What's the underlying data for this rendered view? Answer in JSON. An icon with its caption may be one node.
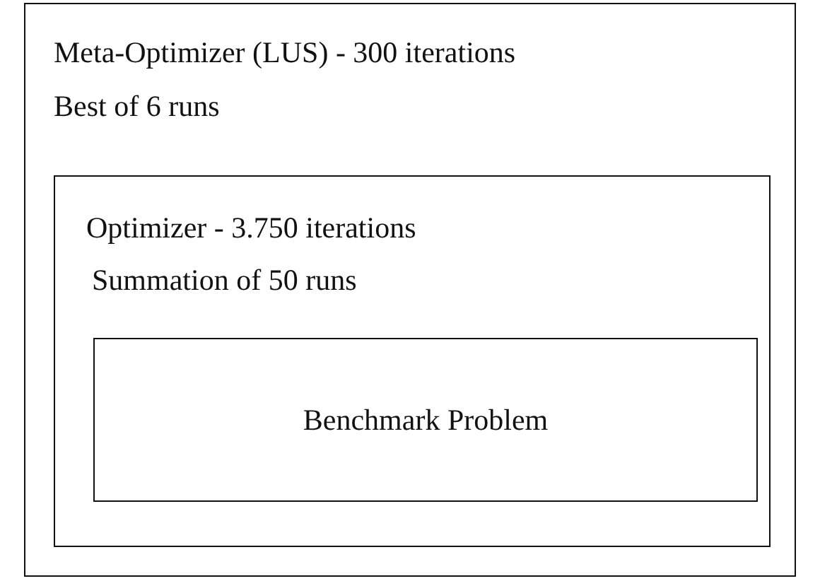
{
  "diagram": {
    "nodes": [
      {
        "text": [
          "Meta-Optimizer (LUS) - 300 iterations",
          "Best of 6 runs"
        ]
      },
      {
        "text": [
          "Optimizer - 3.750 iterations",
          "Summation of 50 runs"
        ],
        "in": 0
      },
      {
        "text": [
          "Benchmark Problem"
        ],
        "in": 1
      }
    ]
  }
}
